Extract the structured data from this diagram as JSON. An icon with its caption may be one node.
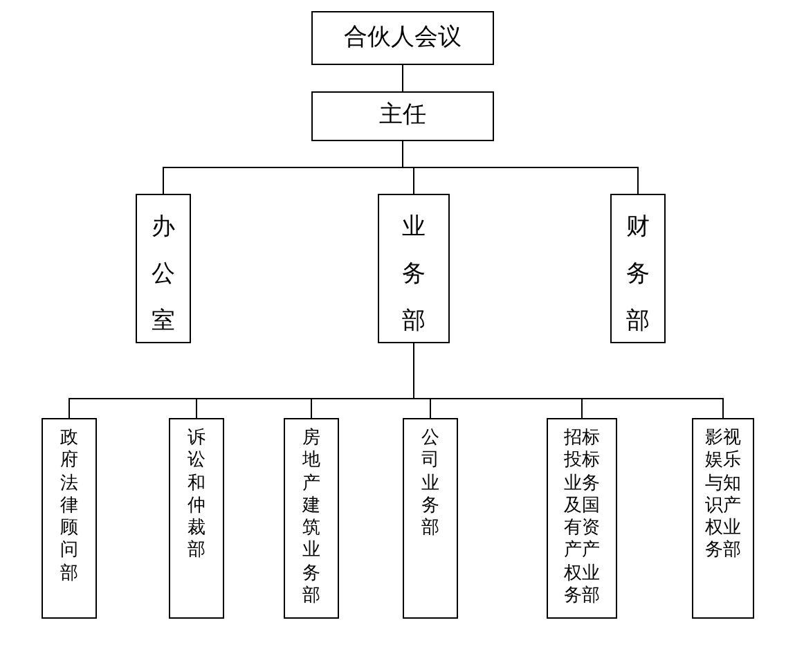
{
  "diagram": {
    "nodes": [
      {
        "text": [
          "合伙人会议"
        ]
      },
      {
        "text": [
          "主任"
        ]
      },
      {
        "text": [
          "办公室"
        ]
      },
      {
        "text": [
          "业务部"
        ]
      },
      {
        "text": [
          "财务部"
        ]
      },
      {
        "text": [
          "政府法律顾问部"
        ]
      },
      {
        "text": [
          "诉讼和仲裁部"
        ]
      },
      {
        "text": [
          "房地产建筑业务部"
        ]
      },
      {
        "text": [
          "公司业务部"
        ]
      },
      {
        "text": [
          "招标投标业务及国有资产产权业务部"
        ]
      },
      {
        "text": [
          "影视娱乐与知识产权业务部"
        ]
      }
    ],
    "edges": [
      {
        "from": 0,
        "to": 1,
        "arrow": "none"
      },
      {
        "from": 1,
        "to": 2,
        "arrow": "none"
      },
      {
        "from": 1,
        "to": 3,
        "arrow": "none"
      },
      {
        "from": 1,
        "to": 4,
        "arrow": "none"
      },
      {
        "from": 3,
        "to": 5,
        "arrow": "none"
      },
      {
        "from": 3,
        "to": 6,
        "arrow": "none"
      },
      {
        "from": 3,
        "to": 7,
        "arrow": "none"
      },
      {
        "from": 3,
        "to": 8,
        "arrow": "none"
      },
      {
        "from": 3,
        "to": 9,
        "arrow": "none"
      },
      {
        "from": 3,
        "to": 10,
        "arrow": "none"
      }
    ]
  }
}
